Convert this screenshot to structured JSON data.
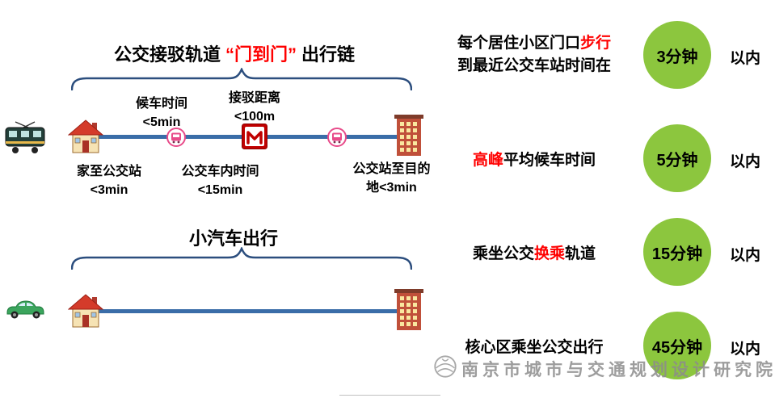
{
  "transit_chain": {
    "title_prefix": "公交接驳轨道",
    "title_highlight": "“门到门”",
    "title_suffix": "出行链",
    "labels_above": {
      "wait_label": "候车时间",
      "wait_value": "<5min",
      "connect_label": "接驳距离",
      "connect_value": "<100m"
    },
    "labels_below": {
      "home_to_stop_label": "家至公交站",
      "home_to_stop_value": "<3min",
      "on_bus_label": "公交车内时间",
      "on_bus_value": "<15min",
      "stop_to_dest_line1": "公交站至目的",
      "stop_to_dest_line2": "地<3min"
    }
  },
  "car_trip": {
    "title": "小汽车出行"
  },
  "metrics": [
    {
      "line1_pre": "每个居住小区门口",
      "line1_red": "步行",
      "line2": "到最近公交车站时间在",
      "time": "3分钟",
      "within": "以内"
    },
    {
      "red": "高峰",
      "text": "平均候车时间",
      "time": "5分钟",
      "within": "以内"
    },
    {
      "pre": "乘坐公交",
      "red": "换乘",
      "post": "轨道",
      "time": "15分钟",
      "within": "以内"
    },
    {
      "text": "核心区乘坐公交出行",
      "time": "45分钟",
      "within": "以内"
    }
  ],
  "watermark": {
    "text": "南京市城市与交通规划设计研究院"
  },
  "icons": {
    "tram": "tram-icon",
    "car": "car-icon",
    "house": "house-icon",
    "building": "building-icon",
    "bus_stop": "bus-stop-icon",
    "metro": "metro-logo-icon",
    "institute_logo": "institute-logo-icon"
  },
  "colors": {
    "circle_green": "#8cc63e",
    "line_blue": "#3a6da8",
    "brace_blue": "#2c4e7e",
    "highlight_red": "#ff0000",
    "watermark_gray": "#8c8c8c"
  }
}
